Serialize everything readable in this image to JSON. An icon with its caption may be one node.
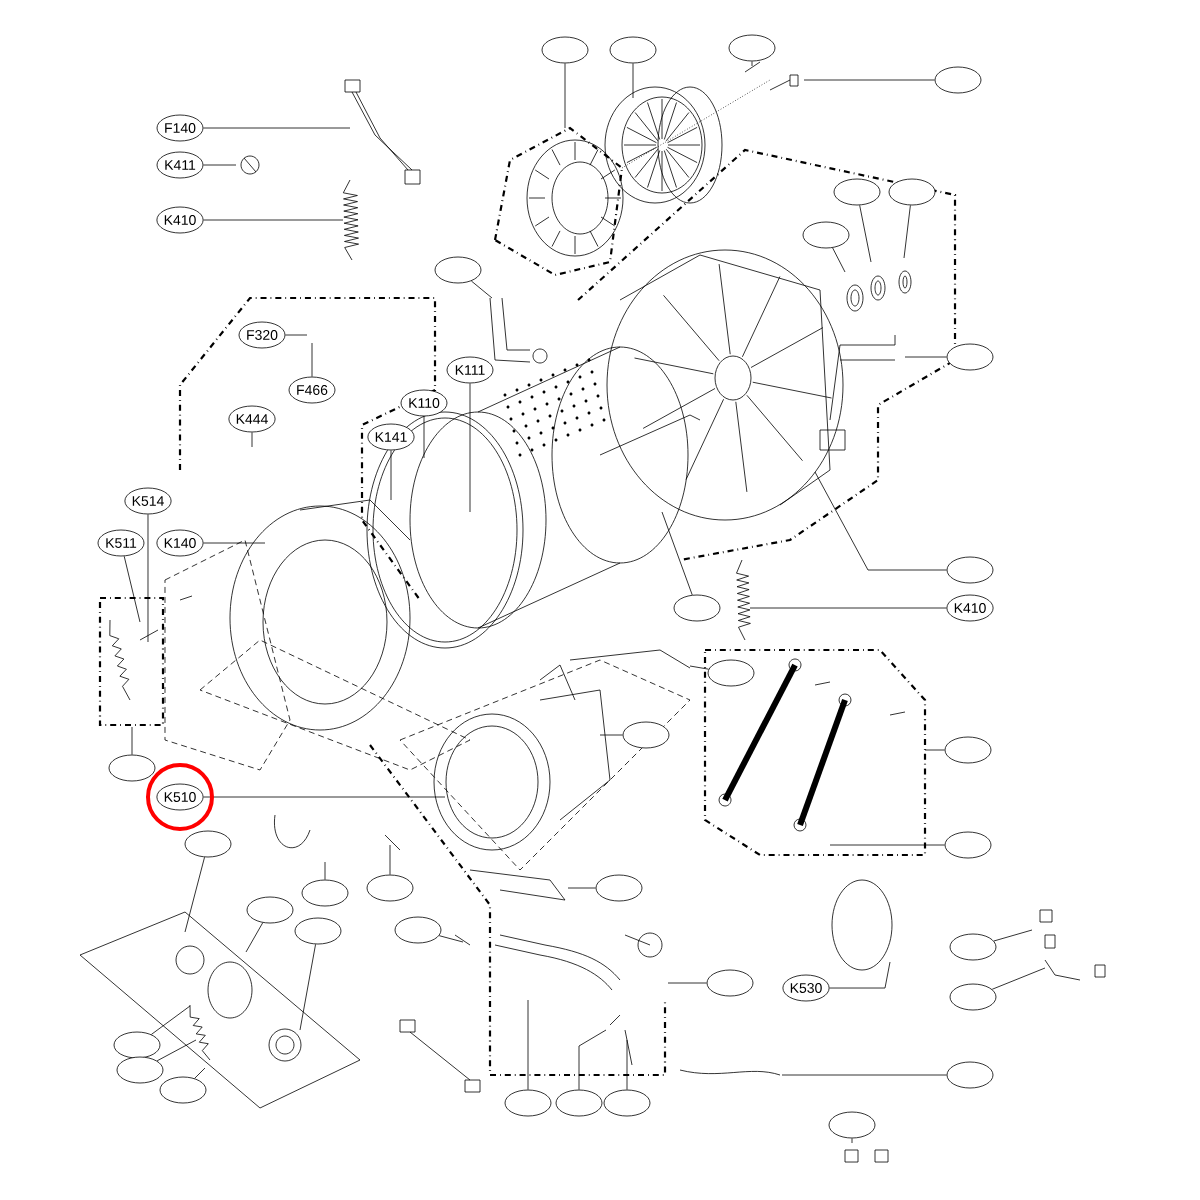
{
  "diagram": {
    "nodes": [
      {
        "text": [
          "F140"
        ]
      },
      {
        "text": [
          "K411"
        ]
      },
      {
        "text": [
          "K410"
        ]
      },
      {
        "text": [],
        "shape": "ellipse"
      },
      {
        "text": [],
        "shape": "ellipse"
      },
      {
        "text": [],
        "shape": "ellipse"
      },
      {
        "text": [],
        "shape": "ellipse"
      },
      {
        "text": [],
        "shape": "ellipse"
      },
      {
        "text": [
          "F320"
        ]
      },
      {
        "text": [
          "F466"
        ]
      },
      {
        "text": [
          "K444"
        ]
      },
      {
        "text": [
          "K111"
        ]
      },
      {
        "text": [
          "K110"
        ]
      },
      {
        "text": [
          "K141"
        ]
      },
      {
        "text": [],
        "shape": "ellipse"
      },
      {
        "text": [],
        "shape": "ellipse"
      },
      {
        "text": [],
        "shape": "ellipse"
      },
      {
        "text": [],
        "shape": "ellipse"
      },
      {
        "text": [
          "K514"
        ]
      },
      {
        "text": [
          "K511"
        ]
      },
      {
        "text": [
          "K140"
        ]
      },
      {
        "text": [],
        "shape": "ellipse"
      },
      {
        "text": [],
        "shape": "ellipse"
      },
      {
        "text": [
          "K410"
        ]
      },
      {
        "text": [],
        "shape": "ellipse"
      },
      {
        "text": [],
        "shape": "ellipse"
      },
      {
        "text": [],
        "shape": "ellipse"
      },
      {
        "text": [],
        "shape": "ellipse"
      },
      {
        "text": [
          "K510"
        ]
      },
      {
        "text": [],
        "shape": "ellipse"
      },
      {
        "text": [],
        "shape": "ellipse"
      },
      {
        "text": [],
        "shape": "ellipse"
      },
      {
        "text": [],
        "shape": "ellipse"
      },
      {
        "text": [],
        "shape": "ellipse"
      },
      {
        "text": [],
        "shape": "ellipse"
      },
      {
        "text": [],
        "shape": "ellipse"
      },
      {
        "text": [],
        "shape": "ellipse"
      },
      {
        "text": [],
        "shape": "ellipse"
      },
      {
        "text": [
          "K530"
        ]
      },
      {
        "text": [],
        "shape": "ellipse"
      },
      {
        "text": [],
        "shape": "ellipse"
      },
      {
        "text": [],
        "shape": "ellipse"
      },
      {
        "text": [],
        "shape": "ellipse"
      },
      {
        "text": [],
        "shape": "ellipse"
      },
      {
        "text": [],
        "shape": "ellipse"
      },
      {
        "text": [],
        "shape": "ellipse"
      },
      {
        "text": [],
        "shape": "ellipse"
      },
      {
        "text": [],
        "shape": "ellipse"
      },
      {
        "text": [],
        "shape": "ellipse"
      }
    ],
    "edges": [
      {
        "from": 0,
        "to": null,
        "arrow": "none"
      },
      {
        "from": 1,
        "to": null,
        "arrow": "none"
      },
      {
        "from": 2,
        "to": null,
        "arrow": "none"
      },
      {
        "from": 3,
        "to": null,
        "arrow": "none"
      },
      {
        "from": 4,
        "to": null,
        "arrow": "none"
      },
      {
        "from": 5,
        "to": null,
        "arrow": "none"
      },
      {
        "from": 6,
        "to": null,
        "arrow": "none"
      },
      {
        "from": 7,
        "to": null,
        "arrow": "none"
      },
      {
        "from": 8,
        "to": null,
        "arrow": "none"
      },
      {
        "from": 9,
        "to": null,
        "arrow": "none"
      },
      {
        "from": 10,
        "to": null,
        "arrow": "none"
      },
      {
        "from": 11,
        "to": null,
        "arrow": "none"
      },
      {
        "from": 12,
        "to": null,
        "arrow": "none"
      },
      {
        "from": 13,
        "to": null,
        "arrow": "none"
      },
      {
        "from": 14,
        "to": null,
        "arrow": "none"
      },
      {
        "from": 15,
        "to": null,
        "arrow": "none"
      },
      {
        "from": 16,
        "to": null,
        "arrow": "none"
      },
      {
        "from": 17,
        "to": null,
        "arrow": "none"
      },
      {
        "from": 18,
        "to": null,
        "arrow": "none"
      },
      {
        "from": 19,
        "to": null,
        "arrow": "none"
      },
      {
        "from": 20,
        "to": null,
        "arrow": "none"
      },
      {
        "from": 21,
        "to": null,
        "arrow": "none"
      },
      {
        "from": 22,
        "to": null,
        "arrow": "none"
      },
      {
        "from": 23,
        "to": null,
        "arrow": "none"
      },
      {
        "from": 24,
        "to": null,
        "arrow": "none"
      },
      {
        "from": 25,
        "to": null,
        "arrow": "none"
      },
      {
        "from": 26,
        "to": null,
        "arrow": "none"
      },
      {
        "from": 27,
        "to": null,
        "arrow": "none"
      },
      {
        "from": 28,
        "to": null,
        "arrow": "none"
      },
      {
        "from": 29,
        "to": null,
        "arrow": "none"
      },
      {
        "from": 30,
        "to": null,
        "arrow": "none"
      },
      {
        "from": 31,
        "to": null,
        "arrow": "none"
      },
      {
        "from": 32,
        "to": null,
        "arrow": "none"
      },
      {
        "from": 33,
        "to": null,
        "arrow": "none"
      },
      {
        "from": 34,
        "to": null,
        "arrow": "none"
      },
      {
        "from": 35,
        "to": null,
        "arrow": "none"
      },
      {
        "from": 36,
        "to": null,
        "arrow": "none"
      },
      {
        "from": 37,
        "to": null,
        "arrow": "none"
      },
      {
        "from": 38,
        "to": null,
        "arrow": "none"
      },
      {
        "from": 39,
        "to": null,
        "arrow": "none"
      },
      {
        "from": 40,
        "to": null,
        "arrow": "none"
      },
      {
        "from": 41,
        "to": null,
        "arrow": "none"
      },
      {
        "from": 42,
        "to": null,
        "arrow": "none"
      },
      {
        "from": 43,
        "to": null,
        "arrow": "none"
      },
      {
        "from": 44,
        "to": null,
        "arrow": "none"
      },
      {
        "from": 45,
        "to": null,
        "arrow": "none"
      },
      {
        "from": 46,
        "to": null,
        "arrow": "none"
      },
      {
        "from": 47,
        "to": null,
        "arrow": "none"
      },
      {
        "from": 48,
        "to": null,
        "arrow": "none"
      }
    ]
  }
}
